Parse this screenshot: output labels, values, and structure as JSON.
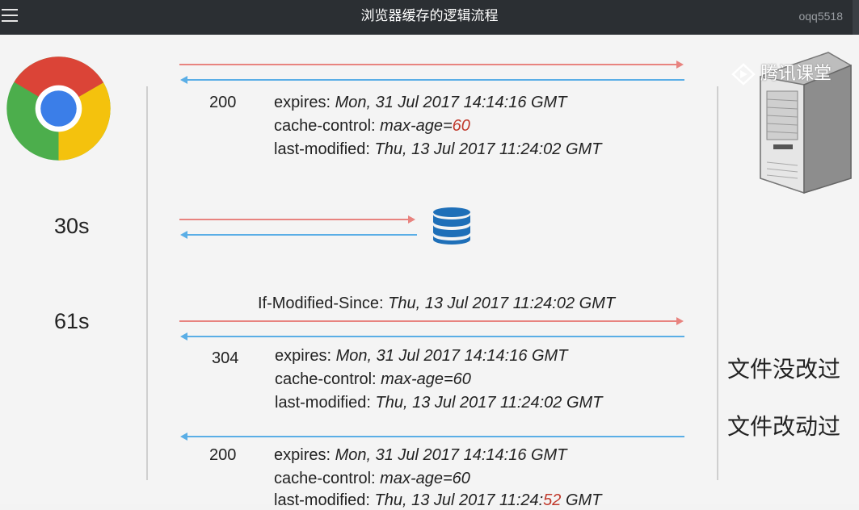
{
  "topbar": {
    "title": "浏览器缓存的逻辑流程",
    "user": "oqq5518"
  },
  "icons": {
    "menu": "hamburger-menu-icon",
    "browser": "chrome-icon",
    "server": "server-icon",
    "database": "database-icon",
    "watermark": "tencent-classroom-icon"
  },
  "colors": {
    "request_arrow": "#e8837f",
    "response_arrow": "#5aaee6",
    "highlight": "#c0392b"
  },
  "watermark": "腾讯课堂",
  "times": {
    "t1": "30s",
    "t2": "61s"
  },
  "labels": {
    "unchanged": "文件没改过",
    "changed": "文件改动过"
  },
  "response1": {
    "status": "200",
    "expires_key": "expires: ",
    "expires_val": "Mon, 31 Jul 2017 14:14:16 GMT",
    "cc_key": "cache-control: ",
    "cc_val": "max-age=",
    "cc_num": "60",
    "lm_key": "last-modified: ",
    "lm_val": "Thu, 13 Jul 2017 11:24:02 GMT"
  },
  "request3": {
    "key": "If-Modified-Since: ",
    "val": "Thu, 13 Jul 2017 11:24:02 GMT"
  },
  "response3": {
    "status": "304",
    "expires_key": "expires: ",
    "expires_val": "Mon, 31 Jul 2017 14:14:16 GMT",
    "cc_key": "cache-control: ",
    "cc_val": "max-age=60",
    "lm_key": "last-modified: ",
    "lm_val": "Thu, 13 Jul 2017 11:24:02 GMT"
  },
  "response4": {
    "status": "200",
    "expires_key": "expires: ",
    "expires_val": "Mon, 31 Jul 2017 14:14:16 GMT",
    "cc_key": "cache-control: ",
    "cc_val": "max-age=60",
    "lm_key": "last-modified: ",
    "lm_val_a": "Thu, 13 Jul 2017 11:24:",
    "lm_val_b": "52",
    "lm_val_c": " GMT"
  }
}
